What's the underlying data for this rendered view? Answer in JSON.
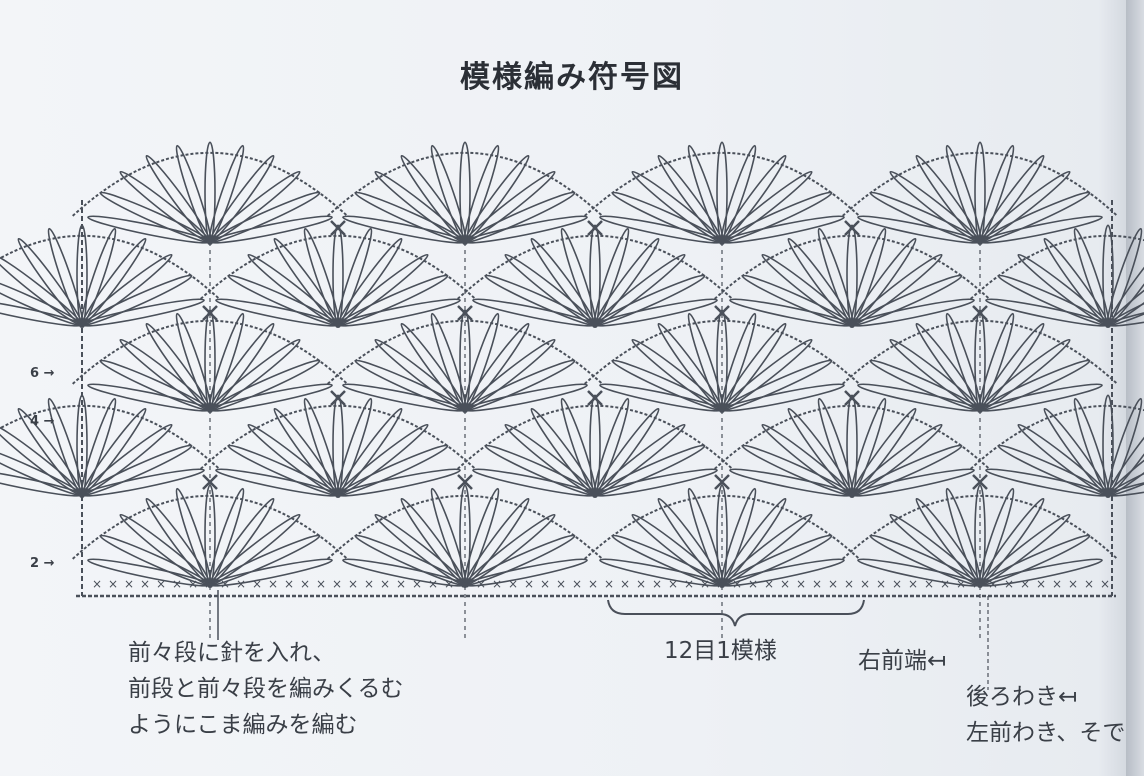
{
  "title": "模様編み符号図",
  "row_markers": [
    "6",
    "4",
    "2"
  ],
  "labels": {
    "instruction_line1": "前々段に針を入れ、",
    "instruction_line2": "前段と前々段を編みくるむ",
    "instruction_line3": "ようにこま編みを編む",
    "repeat": "12目1模様",
    "right_front": "右前端",
    "back_side": "後ろわき",
    "left_front_side": "左前わき、そで"
  }
}
